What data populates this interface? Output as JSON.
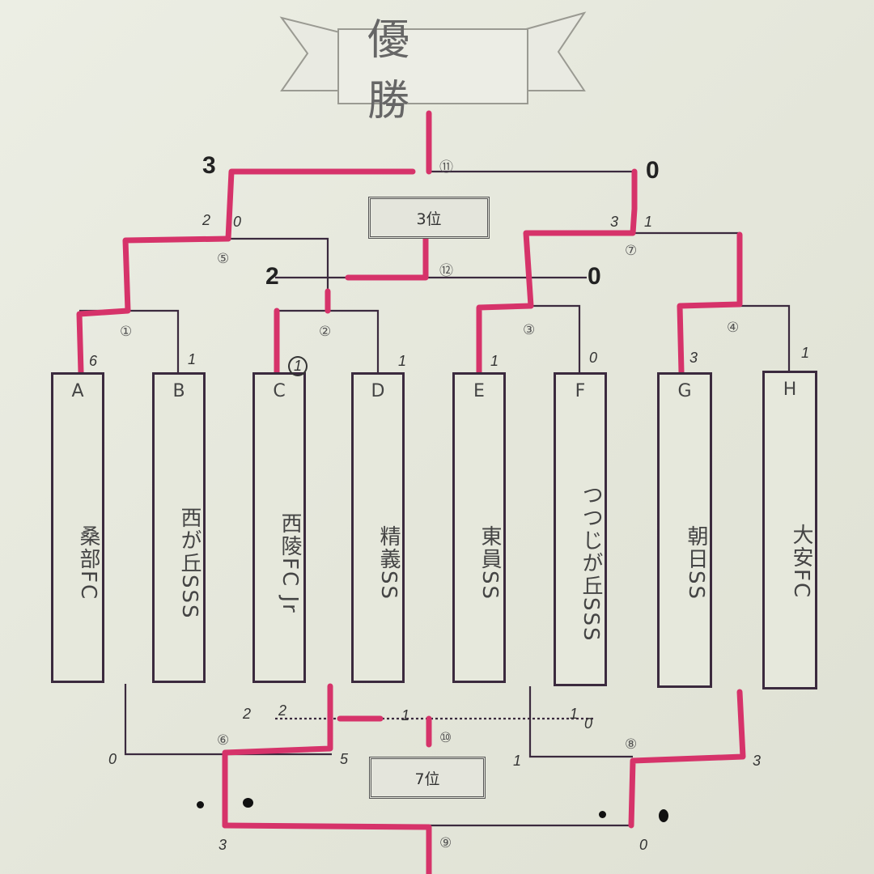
{
  "title": "優 勝",
  "rank_boxes": {
    "third": "3位",
    "seventh": "7位"
  },
  "match_numbers": [
    "①",
    "②",
    "③",
    "④",
    "⑤",
    "⑥",
    "⑦",
    "⑧",
    "⑨",
    "⑩",
    "⑪",
    "⑫"
  ],
  "teams": [
    {
      "letter": "A",
      "name": "桑部FC"
    },
    {
      "letter": "B",
      "name": "西が丘SSS"
    },
    {
      "letter": "C",
      "name": "西陵FC Jr"
    },
    {
      "letter": "D",
      "name": "精義SS"
    },
    {
      "letter": "E",
      "name": "東員SS"
    },
    {
      "letter": "F",
      "name": "つつじが丘SSS"
    },
    {
      "letter": "G",
      "name": "朝日SS"
    },
    {
      "letter": "H",
      "name": "大安FC"
    }
  ],
  "scores": {
    "final_left": "3",
    "final_right": "0",
    "sf5_left": "2",
    "sf5_right": "0",
    "third_left": "2",
    "third_right": "0",
    "sf7_left": "3",
    "sf7_right": "1",
    "qf_a": "6",
    "qf_b": "1",
    "qf_c": "1",
    "qf_d": "1",
    "qf_e": "1",
    "qf_f": "0",
    "qf_g": "3",
    "qf_h": "1",
    "m6_left": "0",
    "m6_right": "5",
    "m8_left": "1",
    "m8_right": "3",
    "m10_left": "2",
    "m10_left2": "2",
    "m10_mid": "1",
    "m10_right": "1",
    "m10_right2": "0",
    "m9_left": "3",
    "m9_right": "0"
  },
  "colors": {
    "winner_line": "#d6336a",
    "bracket_line": "#3b2a3e"
  }
}
